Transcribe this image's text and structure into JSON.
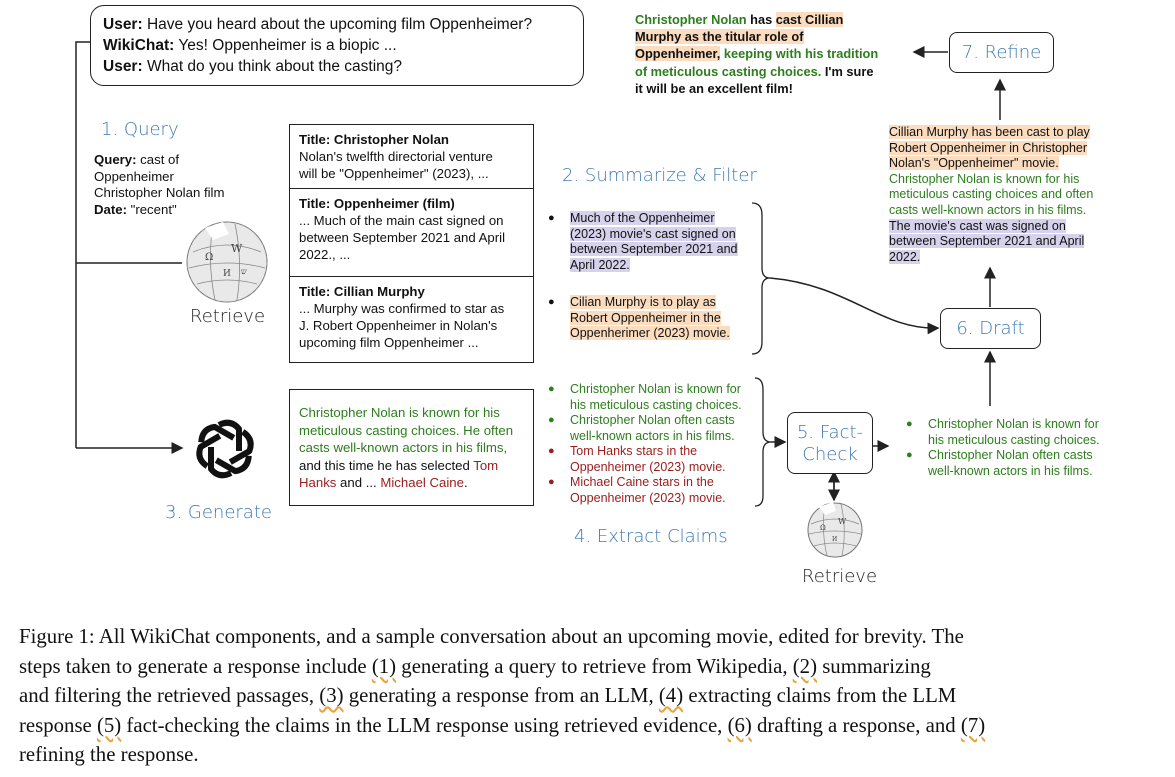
{
  "conversation": {
    "line1_speaker": "User:",
    "line1_text": " Have you heard about the upcoming film Oppenheimer?",
    "line2_speaker": "WikiChat:",
    "line2_text": " Yes! Oppenheimer is a biopic ...",
    "line3_speaker": "User:",
    "line3_text": " What do you think about the casting?"
  },
  "steps": {
    "query": "1. Query",
    "summarize": "2. Summarize & Filter",
    "generate": "3. Generate",
    "extract": "4. Extract Claims",
    "factcheck_line1": "5. Fact-",
    "factcheck_line2": "Check",
    "draft": "6. Draft",
    "refine": "7. Refine",
    "retrieve_left": "Retrieve",
    "retrieve_bottom": "Retrieve"
  },
  "query_box": {
    "query_label": "Query:",
    "query_value_1": " cast of",
    "query_value_2": "Oppenheimer",
    "query_value_3": "Christopher Nolan film",
    "date_label": "Date:",
    "date_value": " \"recent\""
  },
  "retrieved_docs": [
    {
      "title": "Title: Christopher Nolan",
      "line1": "Nolan's twelfth directorial venture",
      "line2": "will be \"Oppenheimer\" (2023), ..."
    },
    {
      "title": "Title: Oppenheimer (film)",
      "line1": "... Much of the main cast signed on",
      "line2": "between September 2021 and April",
      "line3": "2022., ..."
    },
    {
      "title": "Title: Cillian Murphy",
      "line1": "... Murphy was confirmed to star as",
      "line2": "J. Robert Oppenheimer in Nolan's",
      "line3": "upcoming film Oppenheimer ..."
    }
  ],
  "summaries": [
    {
      "l1": "Much of the Oppenheimer",
      "l2": "(2023) movie's cast signed on",
      "l3": "between September 2021 and",
      "l4": "April 2022."
    },
    {
      "l1": "Cilian Murphy is to play as",
      "l2": "Robert Oppenheimer in the",
      "l3": "Oppenherimer (2023) movie."
    }
  ],
  "generated": {
    "g1": "Christopher Nolan is known for his",
    "g2": "meticulous casting choices. He often",
    "g3": "casts well-known actors in his films,",
    "g4": "and this time he has selected ",
    "g4_red": "Tom",
    "g5_red": "Hanks",
    "g5_mid": " and ... ",
    "g5_red2": "Michael Caine",
    "g5_end": "."
  },
  "claims": [
    {
      "l1": "Christopher Nolan is known for",
      "l2": "his meticulous casting choices.",
      "color": "#2e7d1e"
    },
    {
      "l1": "Christopher Nolan often casts",
      "l2": "well-known actors in his films.",
      "color": "#2e7d1e"
    },
    {
      "l1": "Tom Hanks stars in the",
      "l2": "Oppenheimer (2023) movie.",
      "color": "#9b1c1c"
    },
    {
      "l1": "Michael Caine stars in the",
      "l2": "Oppenheimer (2023) movie.",
      "color": "#9b1c1c"
    }
  ],
  "verified": [
    {
      "l1": "Christopher Nolan is known for",
      "l2": "his meticulous casting choices."
    },
    {
      "l1": "Christopher Nolan often casts",
      "l2": "well-known actors in his films."
    }
  ],
  "draft_text": {
    "d1": "Cillian Murphy has been cast to play",
    "d2": "Robert Oppenheimer in Christopher",
    "d3": "Nolan's \"Oppenheimer\" movie.",
    "d4": "Christopher Nolan is known for his",
    "d5": "meticulous casting choices and often",
    "d6": "casts well-known actors in his films.",
    "d7": "The movie's cast was signed on",
    "d8": "between September 2021 and April",
    "d9": "2022."
  },
  "refined": {
    "r1_green": "Christopher Nolan",
    "r1_mid": " has ",
    "r1_orange": "cast Cillian",
    "r2_orange": "Murphy as the titular role of",
    "r3_orange": "Oppenheimer,",
    "r3_green": " keeping with his tradition",
    "r4_green": "of meticulous casting choices.",
    "r4_end": " I'm sure",
    "r5": "it will be an excellent film!"
  },
  "caption": {
    "c1": "Figure 1: All WikiChat components, and a sample conversation about an upcoming movie, edited for brevity. The",
    "c2a": "steps taken to generate a response include ",
    "c2_1": "(1)",
    "c2b": " generating a query to retrieve from Wikipedia, ",
    "c2_2": "(2)",
    "c2c": " summarizing",
    "c3a": "and filtering the retrieved passages, ",
    "c3_3": "(3)",
    "c3b": " generating a response from an LLM, ",
    "c3_4": "(4)",
    "c3c": " extracting claims from the LLM",
    "c4a": "response ",
    "c4_5": "(5)",
    "c4b": " fact-checking the claims in the LLM response using retrieved evidence, ",
    "c4_6": "(6)",
    "c4c": " drafting a response, and ",
    "c4_7": "(7)",
    "c5": "refining the response."
  },
  "colors": {
    "step_blue": "#3f7ab4",
    "claim_green": "#2e7d1e",
    "claim_red": "#9b1c1c",
    "highlight_orange": "#fbdcbf",
    "highlight_purple": "#d7d2ec"
  }
}
